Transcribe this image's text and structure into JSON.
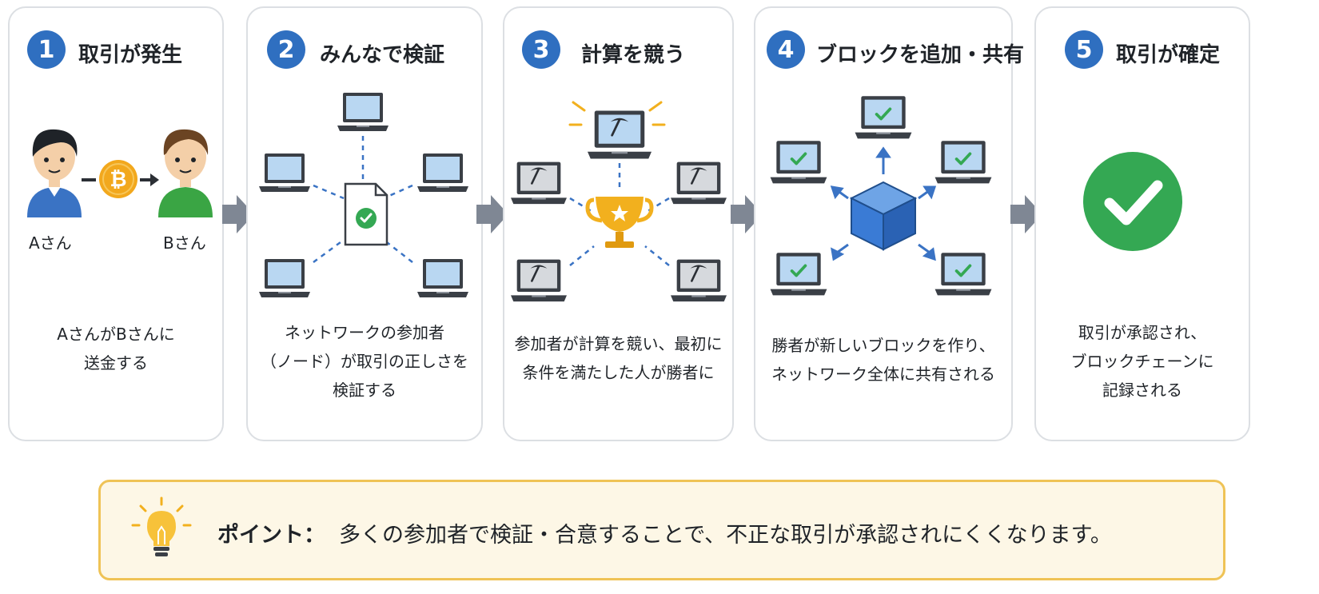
{
  "steps": [
    {
      "number": "1",
      "title": "取引が発生",
      "labels": {
        "a": "Aさん",
        "b": "Bさん",
        "coin": "₿"
      },
      "desc": [
        "AさんがBさんに",
        "送金する"
      ]
    },
    {
      "number": "2",
      "title": "みんなで検証",
      "desc": [
        "ネットワークの参加者",
        "（ノード）が取引の正しさを",
        "検証する"
      ]
    },
    {
      "number": "3",
      "title": "計算を競う",
      "desc": [
        "参加者が計算を競い、最初に",
        "条件を満たした人が勝者に"
      ]
    },
    {
      "number": "4",
      "title": "ブロックを追加・共有",
      "desc": [
        "勝者が新しいブロックを作り、",
        "ネットワーク全体に共有される"
      ]
    },
    {
      "number": "5",
      "title": "取引が確定",
      "desc": [
        "取引が承認され、",
        "ブロックチェーンに",
        "記録される"
      ]
    }
  ],
  "point": {
    "label": "ポイント：",
    "text": "多くの参加者で検証・合意することで、不正な取引が承認されにくくなります。"
  },
  "colors": {
    "step_number": "#2f6fc0",
    "card_border": "#dcdfe3",
    "flow_arrow": "#7f8794",
    "screen": "#b9d7f2",
    "check": "#34a853",
    "coin": "#f2a81d",
    "trophy": "#f2b01e",
    "cube": "#3a7bd5",
    "point_bg": "#fdf7e6",
    "point_border": "#efc356"
  }
}
